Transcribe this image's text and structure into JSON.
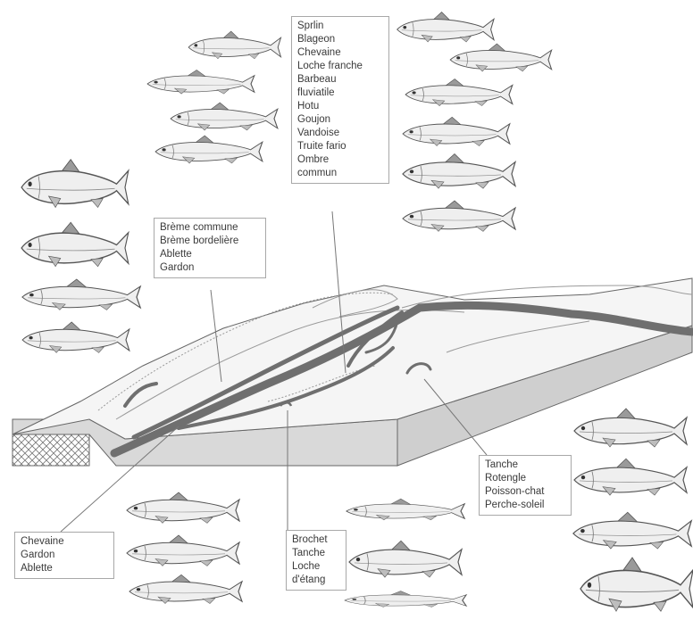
{
  "groups": {
    "top_mid": {
      "species": [
        "Sprlin",
        "Blageon",
        "Chevaine",
        "Loche franche",
        "Barbeau",
        "fluviatile",
        "Hotu",
        "Goujon",
        "Vandoise",
        "Truite fario",
        "Ombre",
        "commun"
      ]
    },
    "upper_left": {
      "species": [
        "Brème commune",
        "Brème bordelière",
        "Ablette",
        "Gardon"
      ]
    },
    "lower_right": {
      "species": [
        "Tanche",
        "Rotengle",
        "Poisson-chat",
        "Perche-soleil"
      ]
    },
    "bottom_left": {
      "species": [
        "Chevaine",
        "Gardon",
        "Ablette"
      ]
    },
    "bottom_mid": {
      "species": [
        "Brochet",
        "Tanche",
        "Loche",
        "d'étang"
      ]
    }
  },
  "colors": {
    "channel": "#6f6f6f",
    "bank": "#f2f2f2",
    "front_face": "#d9d9d9",
    "line": "#8a8a8a",
    "fish_body": "#efefef",
    "fish_dark": "#9a9a9a"
  },
  "icons": {
    "fish": "fish-icon",
    "gravel": "gravel-hatch-icon"
  }
}
